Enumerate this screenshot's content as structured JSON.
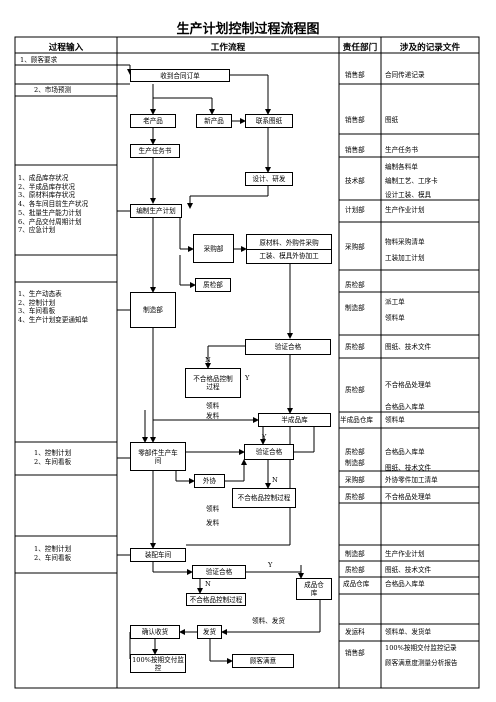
{
  "title": "生产计划控制过程流程图",
  "headers": {
    "input": "过程输入",
    "flow": "工作流程",
    "dept": "责任部门",
    "records": "涉及的记录文件"
  },
  "inputs": {
    "customer": "1、顾客要求",
    "market": "2、市场预测",
    "status": [
      "1、成品库存状况",
      "2、半成品库存状况",
      "3、原材料库存状况",
      "4、各车间目前生产状况",
      "5、批量生产能力计划",
      "6、产品交付周期计划",
      "7、应急计划"
    ],
    "dynamics": [
      "1、生产动态表",
      "2、控制计划",
      "3、车间看板",
      "4、生产计划变更通知单"
    ],
    "ctrl1": [
      "1、控制计划",
      "2、车间看板"
    ],
    "ctrl2": [
      "1、控制计划",
      "2、车间看板"
    ]
  },
  "flow": {
    "receive_order": "收到合同订单",
    "old_product": "老产品",
    "new_product": "新产品",
    "contact_drawing": "联系图纸",
    "production_task": "生产任务书",
    "design_dev": "设计、研发",
    "compile_plan": "编制生产计划",
    "purchasing": "采购部",
    "purchase_items": "原材料、外购件采购",
    "tooling": "工装、模具外协加工",
    "quality": "质检部",
    "manufacturing": "制造部",
    "verify_pass": "验证合格",
    "nonconforming_control": "不合格品控制过程",
    "semi_store": "半成品库",
    "parts_workshop": "零部件生产车间",
    "verify_pass2": "验证合格",
    "outsource": "外协",
    "nonconforming_control2": "不合格品控制过程",
    "assembly": "装配车间",
    "verify_pass3": "验证合格",
    "nonconforming_control3": "不合格品控制过程",
    "finished_store": "成品仓库",
    "confirm_receipt": "确认收货",
    "ship": "发货",
    "on_time": "100%按期交付监控",
    "satisfaction": "顾客满意",
    "n_label": "N",
    "y_label": "Y",
    "pick": "领料",
    "send": "发料",
    "pick_ship": "领料、发货"
  },
  "depts": [
    "销售部",
    "销售部",
    "销售部",
    "技术部",
    "计划部",
    "采购部",
    "质检部",
    "制造部",
    "质检部",
    "质检部",
    "半成品仓库",
    "质检部",
    "制造部",
    "采购部",
    "质检部",
    "制造部",
    "质检部",
    "成品仓库",
    "发运科",
    "销售部"
  ],
  "records": {
    "r1": "合同传递记录",
    "r2": "图纸",
    "r3": "生产任务书",
    "r4": [
      "编制各料单",
      "编制工艺、工序卡",
      "设计工装、模具"
    ],
    "r5": "生产作业计划",
    "r6": [
      "物料采购清单",
      "工装加工计划"
    ],
    "r7": [
      "派工单",
      "领料单"
    ],
    "r8": "图纸、技术文件",
    "r9": [
      "不合格品处理单",
      "合格品入库单"
    ],
    "r10": "领料单",
    "r11": [
      "合格品入库单",
      "图纸、技术文件"
    ],
    "r12": "外协零件加工清单",
    "r13": "不合格品处理单",
    "r14": "生产作业计划",
    "r15": "图纸、技术文件",
    "r16": "合格品入库单",
    "r17": "领料单、发货单",
    "r18": [
      "100%按期交付监控记录",
      "顾客满意度测量分析报告"
    ]
  }
}
